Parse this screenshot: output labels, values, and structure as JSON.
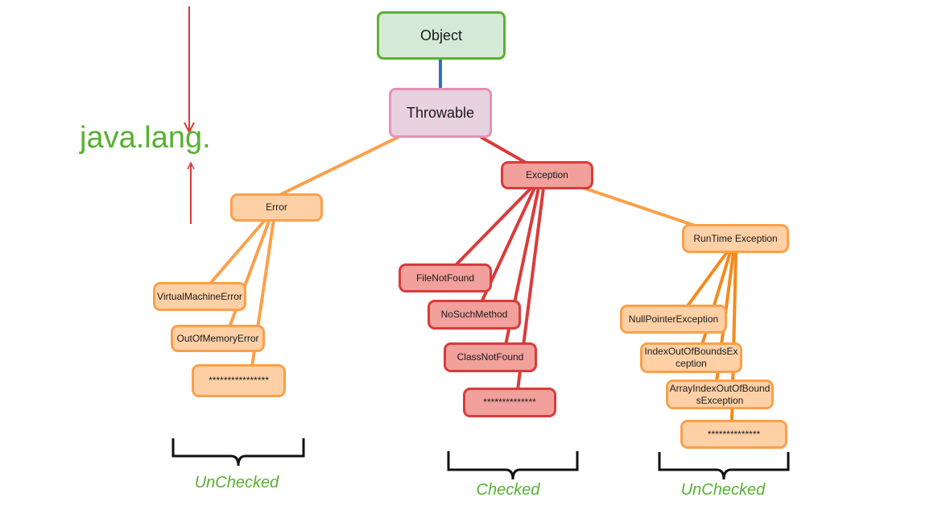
{
  "package_label": "java.lang.",
  "nodes": {
    "object": "Object",
    "throwable": "Throwable",
    "error": "Error",
    "virtual_machine_error": "VirtualMachineError",
    "out_of_memory_error": "OutOfMemoryError",
    "error_more": "****************",
    "exception": "Exception",
    "file_not_found": "FileNotFound",
    "no_such_method": "NoSuchMethod",
    "class_not_found": "ClassNotFound",
    "exception_more": "**************",
    "runtime_exception": "RunTime Exception",
    "null_pointer_exception": "NullPointerException",
    "index_out_of_bounds_exception": "IndexOutOfBoundsEx ception",
    "array_index_out_of_bounds_exception": "ArrayIndexOutOfBound sException",
    "runtime_more": "**************"
  },
  "group_labels": {
    "error_group": "UnChecked",
    "checked_group": "Checked",
    "runtime_group": "UnChecked"
  },
  "colors": {
    "root_border": "#5bb132",
    "throwable_border": "#e98fb6",
    "unchecked_border": "#fba04a",
    "checked_border": "#da3b3b",
    "connector_root": "#2f6fd0",
    "label_green": "#56b130",
    "arrow_red": "#d93b3b"
  }
}
